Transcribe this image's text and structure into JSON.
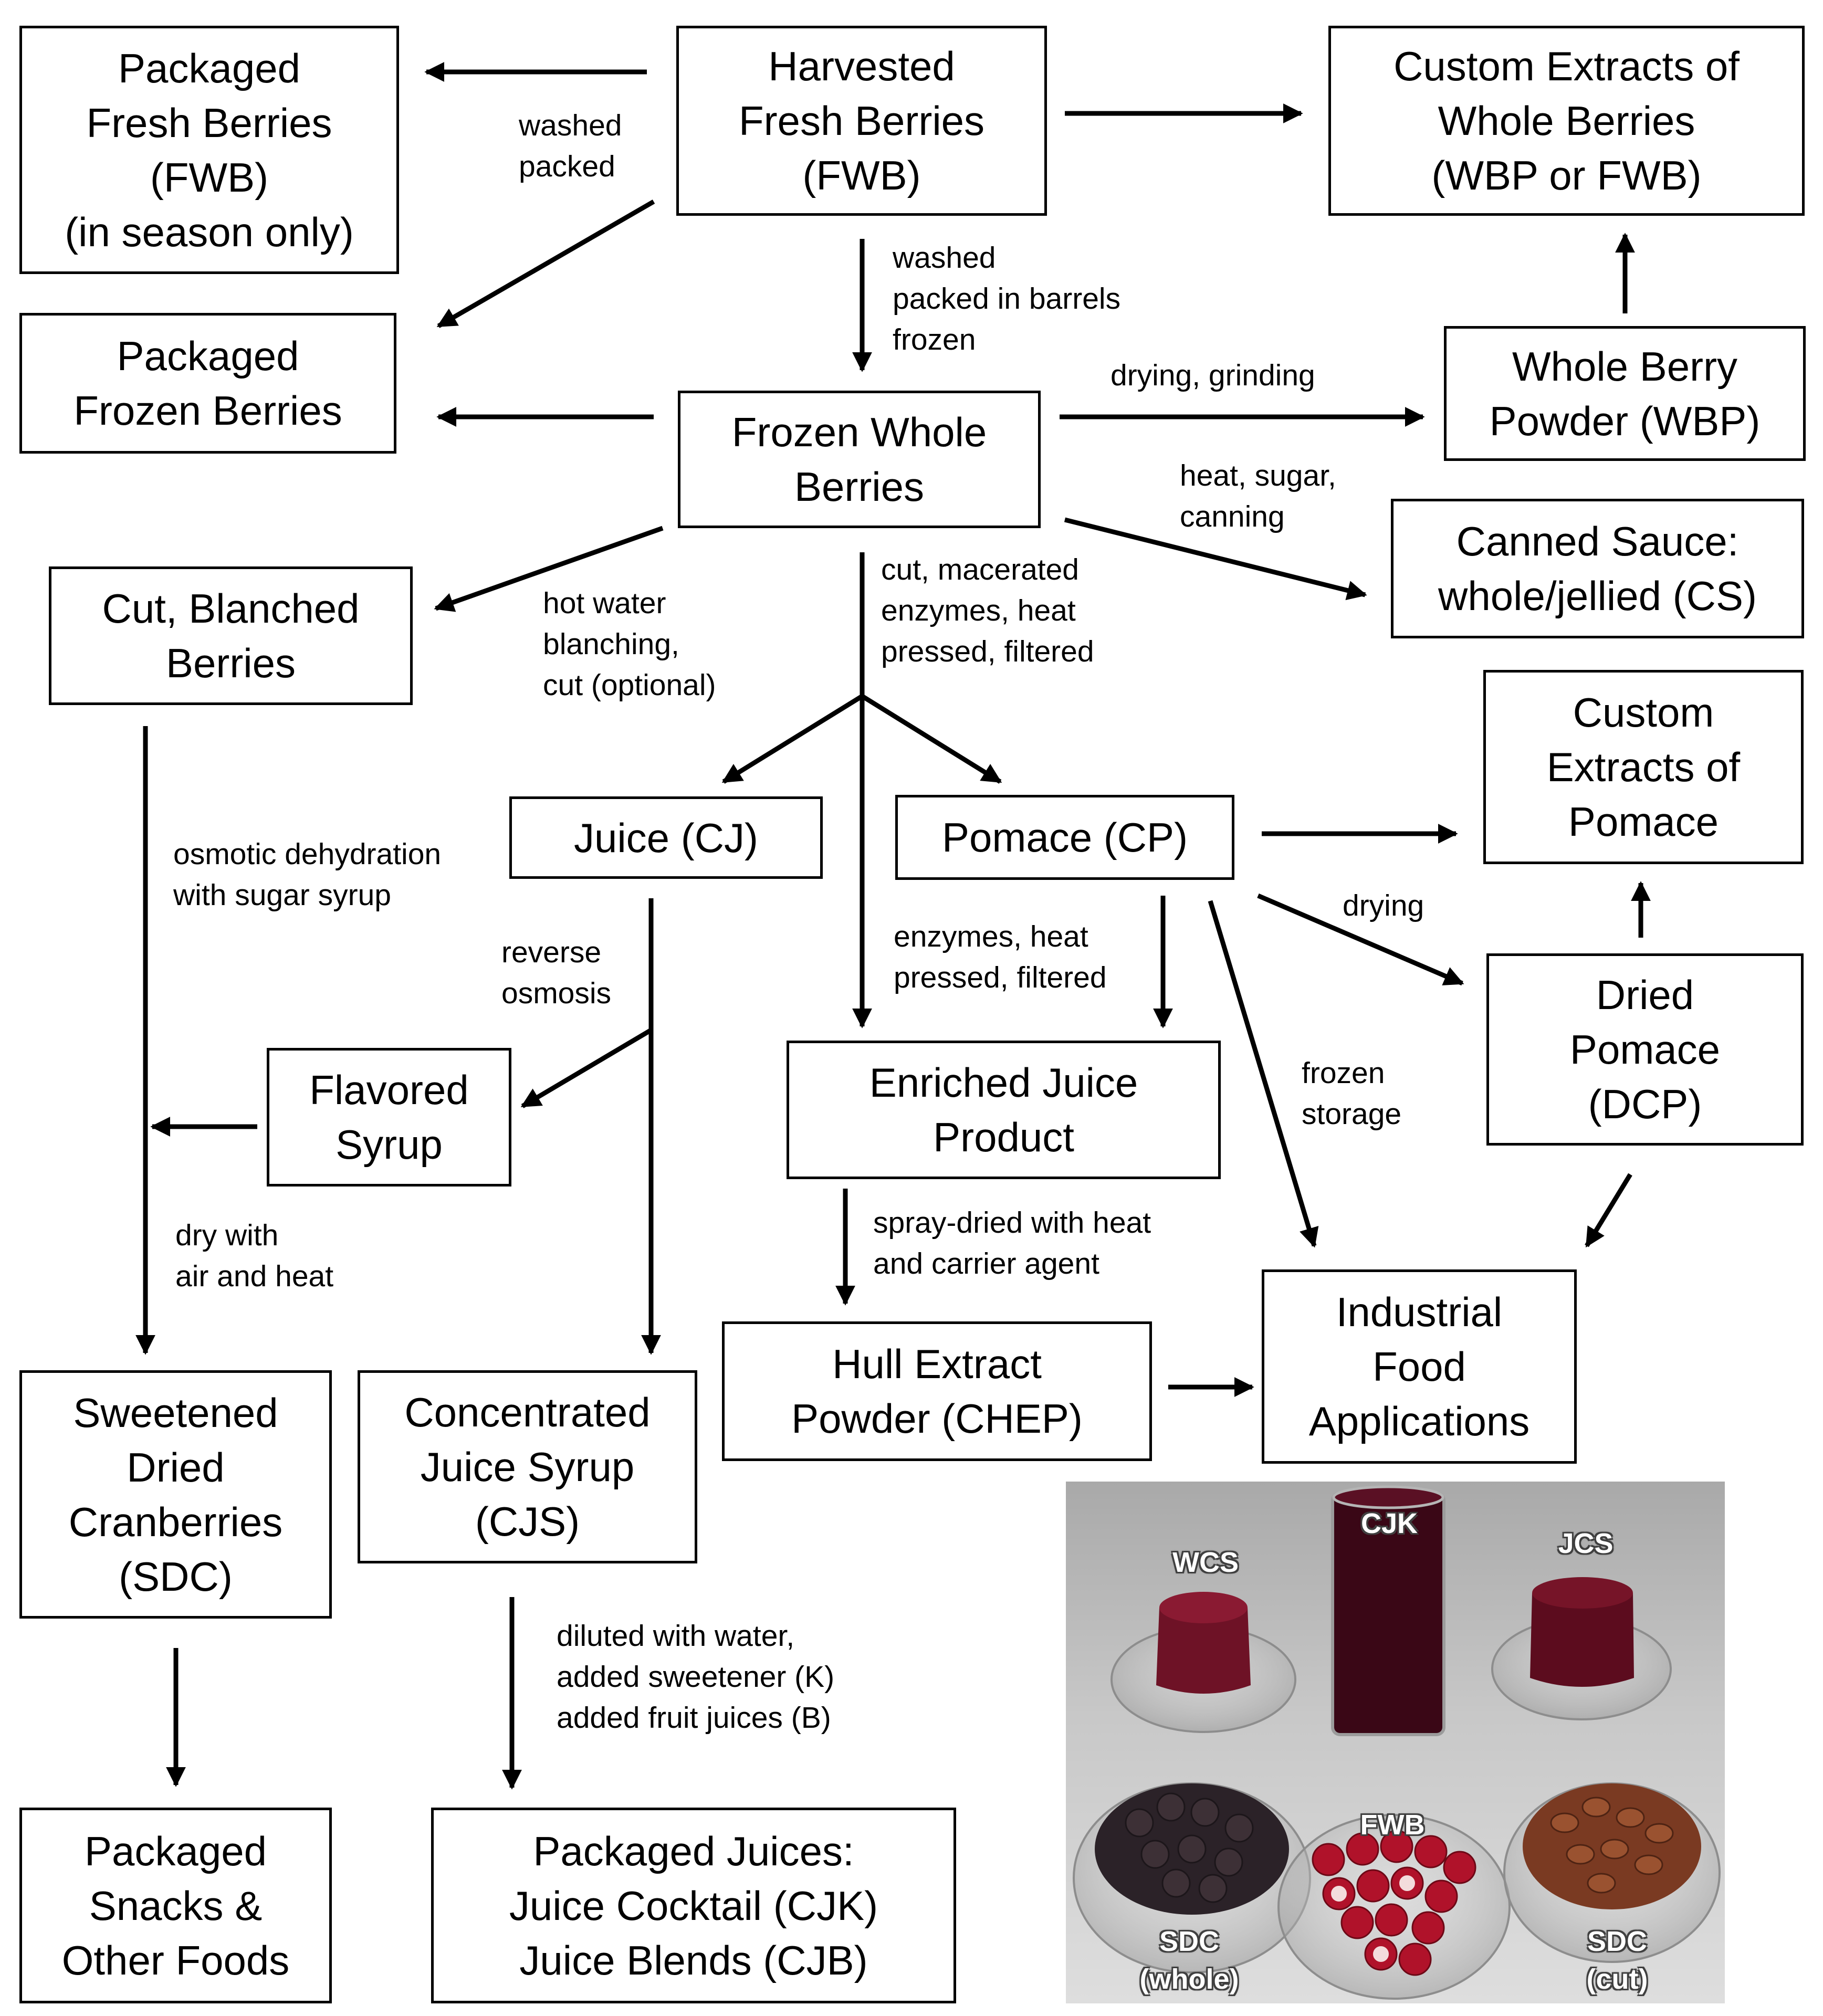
{
  "nodes": {
    "packaged_fresh": [
      "Packaged",
      "Fresh Berries",
      "(FWB)",
      "(in season only)"
    ],
    "harvested": [
      "Harvested",
      "Fresh Berries",
      "(FWB)"
    ],
    "custom_whole": [
      "Custom Extracts of",
      "Whole Berries",
      "(WBP or FWB)"
    ],
    "packaged_frozen": [
      "Packaged",
      "Frozen Berries"
    ],
    "frozen_whole": [
      "Frozen Whole",
      "Berries"
    ],
    "whole_powder": [
      "Whole Berry",
      "Powder (WBP)"
    ],
    "canned_sauce": [
      "Canned Sauce:",
      "whole/jellied (CS)"
    ],
    "cut_blanched": [
      "Cut, Blanched",
      "Berries"
    ],
    "custom_pomace": [
      "Custom",
      "Extracts of",
      "Pomace"
    ],
    "juice": [
      "Juice (CJ)"
    ],
    "pomace": [
      "Pomace (CP)"
    ],
    "dried_pomace": [
      "Dried",
      "Pomace",
      "(DCP)"
    ],
    "flavored_syrup": [
      "Flavored",
      "Syrup"
    ],
    "enriched_juice": [
      "Enriched Juice",
      "Product"
    ],
    "industrial": [
      "Industrial",
      "Food",
      "Applications"
    ],
    "hull_extract": [
      "Hull Extract",
      "Powder (CHEP)"
    ],
    "sdc": [
      "Sweetened",
      "Dried",
      "Cranberries",
      "(SDC)"
    ],
    "cjs": [
      "Concentrated",
      "Juice Syrup",
      "(CJS)"
    ],
    "snacks": [
      "Packaged",
      "Snacks &",
      "Other Foods"
    ],
    "packaged_juices": [
      "Packaged Juices:",
      "Juice Cocktail (CJK)",
      "Juice Blends (CJB)"
    ]
  },
  "edge_labels": {
    "washed_packed": [
      "washed",
      "packed"
    ],
    "washed_barrels": [
      "washed",
      "packed in barrels",
      "frozen"
    ],
    "drying_grinding": [
      "drying, grinding"
    ],
    "heat_sugar": [
      "heat, sugar,",
      "canning"
    ],
    "hot_water": [
      "hot water",
      "blanching,",
      "cut (optional)"
    ],
    "cut_macerated": [
      "cut, macerated",
      "enzymes, heat",
      "pressed, filtered"
    ],
    "osmotic": [
      "osmotic dehydration",
      "with sugar syrup"
    ],
    "reverse_osmosis": [
      "reverse",
      "osmosis"
    ],
    "enzymes_pressed": [
      "enzymes, heat",
      "pressed, filtered"
    ],
    "drying": [
      "drying"
    ],
    "frozen_storage": [
      "frozen",
      "storage"
    ],
    "dry_air": [
      "dry with",
      "air and heat"
    ],
    "spray_dried": [
      "spray-dried with heat",
      "and carrier agent"
    ],
    "diluted": [
      "diluted with water,",
      "added sweetener (K)",
      "added fruit juices (B)"
    ]
  },
  "photo": {
    "labels": {
      "wcs": "WCS",
      "cjk": "CJK",
      "jcs": "JCS",
      "fwb": "FWB",
      "sdc_whole": [
        "SDC",
        "(whole)"
      ],
      "sdc_cut": [
        "SDC",
        "(cut)"
      ]
    }
  },
  "colors": {
    "line": "#000000",
    "juice": "#3a0716",
    "sauce": "#6e1226",
    "berry_red": "#b0122a",
    "dried_dark": "#2b2228",
    "dried_cut": "#7a3a22",
    "photo_bg": "#c9c9c9"
  }
}
